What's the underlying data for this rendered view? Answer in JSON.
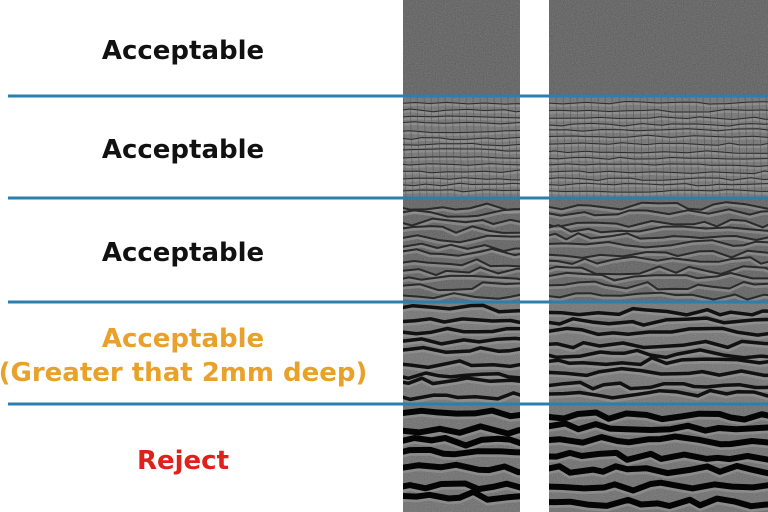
{
  "rows": [
    {
      "lines": [
        "Acceptable"
      ],
      "color": "#111111",
      "tier": "smooth"
    },
    {
      "lines": [
        "Acceptable"
      ],
      "color": "#111111",
      "tier": "fine-crack"
    },
    {
      "lines": [
        "Acceptable"
      ],
      "color": "#111111",
      "tier": "medium-crack"
    },
    {
      "lines": [
        "Acceptable",
        "(Greater that 2mm deep)"
      ],
      "color": "#e8a12a",
      "tier": "deep-crack"
    },
    {
      "lines": [
        "Reject"
      ],
      "color": "#e0201b",
      "tier": "reject"
    }
  ],
  "divider_color": "#2a7fae"
}
